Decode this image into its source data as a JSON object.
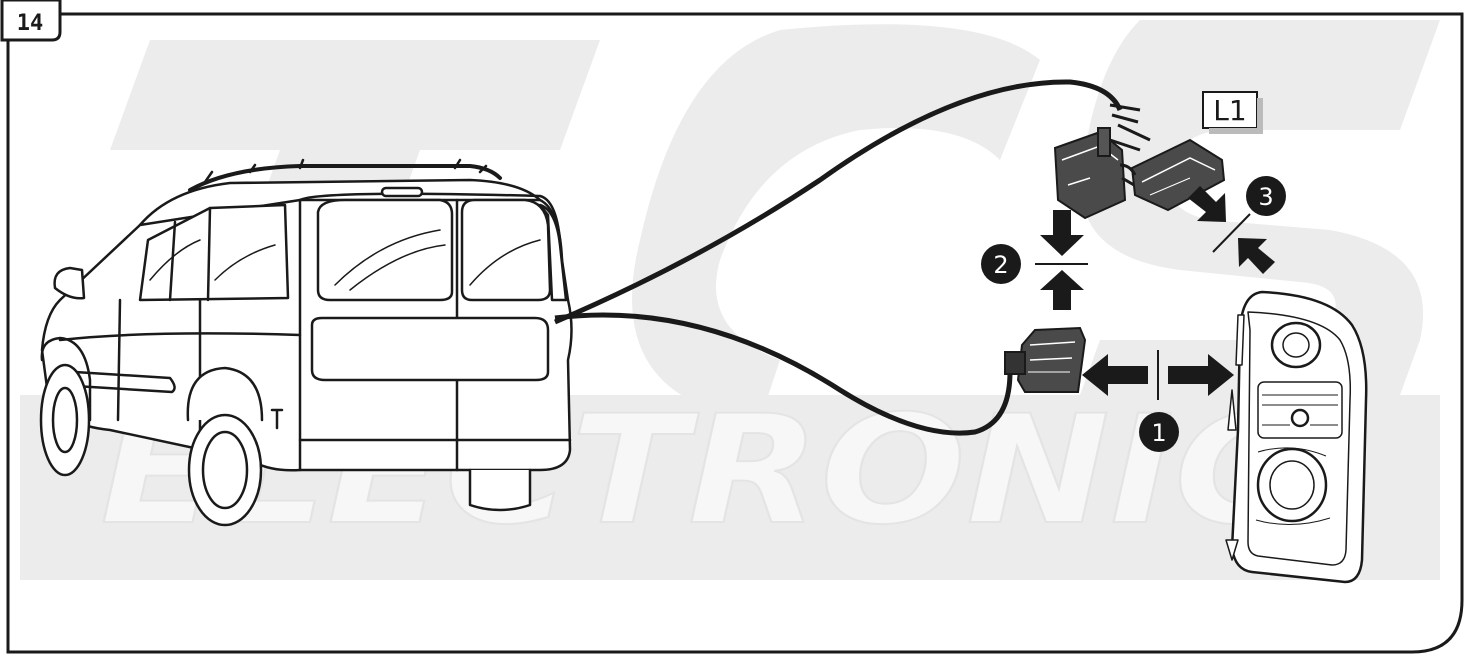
{
  "step": {
    "number": "14"
  },
  "connector_label": "L1",
  "watermark": {
    "text": "ELECTRONIC"
  },
  "steps": [
    {
      "number": "1"
    },
    {
      "number": "2"
    },
    {
      "number": "3"
    }
  ],
  "colors": {
    "frame": "#1a1a1a",
    "panel": "#ececec",
    "watermark": "#f6f6f6",
    "connector": "#4a4a4a",
    "badge": "#1a1a1a"
  }
}
